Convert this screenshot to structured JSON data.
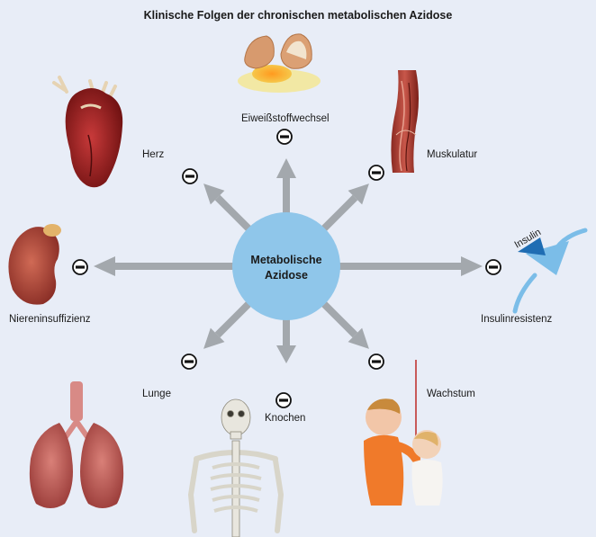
{
  "title": "Klinische Folgen der chronischen metabolischen Azidose",
  "center": {
    "line1": "Metabolische",
    "line2": "Azidose"
  },
  "consequences": {
    "protein": "Eiweißstoffwechsel",
    "muscle": "Muskulatur",
    "insulin": "Insulinresistenz",
    "growth": "Wachstum",
    "bone": "Knochen",
    "lung": "Lunge",
    "kidney": "Niereninsuffizienz",
    "heart": "Herz"
  },
  "insulin_tag": "Insulin",
  "effect_symbol": "minus",
  "colors": {
    "background": "#e8edf7",
    "center_circle": "#8fc6ea",
    "arrow": "#a3a8ad",
    "insulin_blue": "#7bbde8",
    "insulin_dark": "#1f6db3"
  }
}
